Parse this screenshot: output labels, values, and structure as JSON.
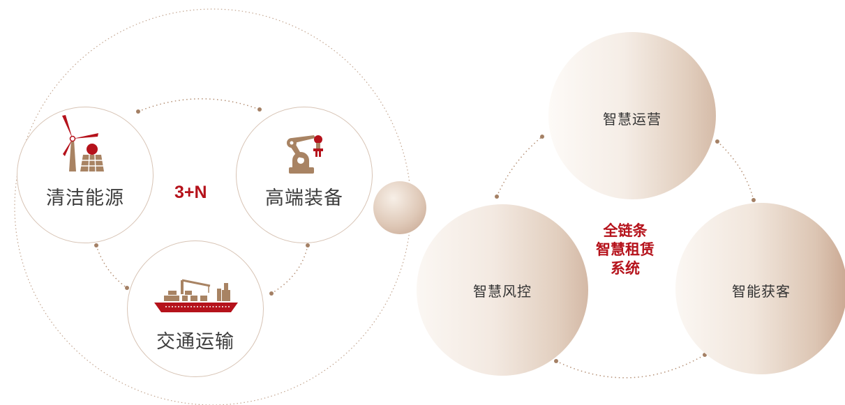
{
  "left_diagram": {
    "center_label": "3+N",
    "nodes": [
      {
        "label": "清洁能源",
        "icon": "wind-turbine-solar-icon"
      },
      {
        "label": "高端装备",
        "icon": "robotic-arm-icon"
      },
      {
        "label": "交通运输",
        "icon": "cargo-ship-icon"
      }
    ]
  },
  "right_diagram": {
    "center_lines": [
      "全链条",
      "智慧租赁",
      "系统"
    ],
    "nodes": [
      {
        "label": "智慧运营"
      },
      {
        "label": "智慧风控"
      },
      {
        "label": "智能获客"
      }
    ]
  },
  "colors": {
    "accent_red": "#b5121b",
    "icon_brown": "#a88363",
    "dot_brown": "#a48065",
    "outline": "#d7c3b4"
  }
}
